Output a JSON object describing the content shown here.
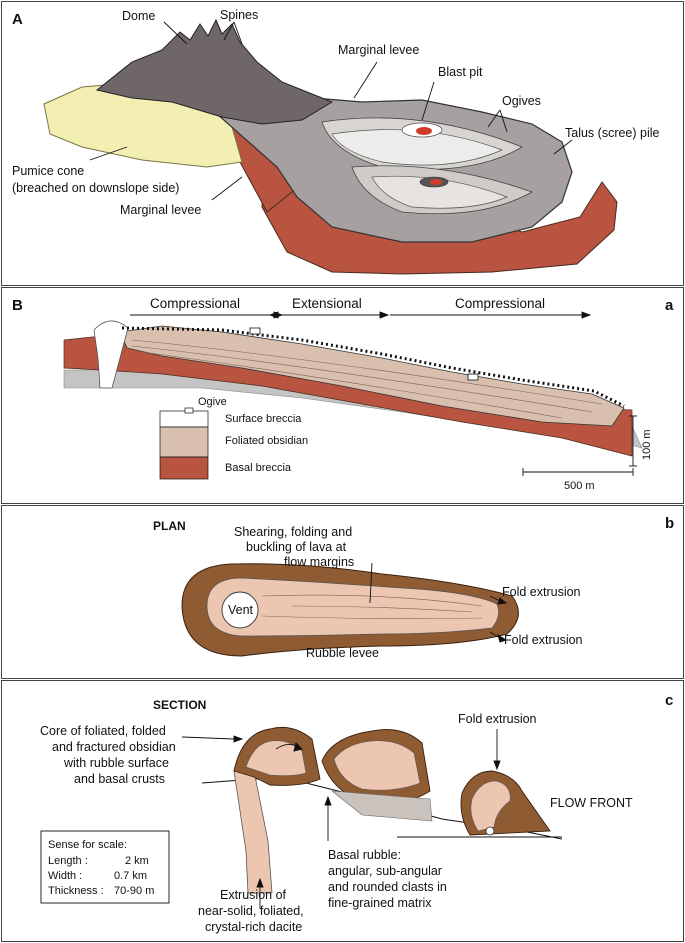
{
  "panel_A": {
    "letter": "A",
    "labels": {
      "dome": "Dome",
      "spines": "Spines",
      "marginal_levee_top": "Marginal levee",
      "blast_pit": "Blast pit",
      "ogives": "Ogives",
      "talus": "Talus (scree) pile",
      "pumice_1": "Pumice cone",
      "pumice_2": "(breached on downslope side)",
      "marginal_levee_bottom": "Marginal levee"
    }
  },
  "panel_B": {
    "letter": "B",
    "sublabel": "a",
    "regimes": [
      "Compressional",
      "Extensional",
      "Compressional"
    ],
    "ogive": "Ogive",
    "legend": [
      "Surface breccia",
      "Foliated obsidian",
      "Basal breccia"
    ],
    "scale_v": "100 m",
    "scale_h": "500 m"
  },
  "panel_b": {
    "sublabel": "b",
    "title": "PLAN",
    "shear_1": "Shearing, folding and",
    "shear_2": "buckling of lava at",
    "shear_3": "flow margins",
    "vent": "Vent",
    "fold_1": "Fold extrusion",
    "fold_2": "Fold extrusion",
    "levee": "Rubble levee"
  },
  "panel_c": {
    "sublabel": "c",
    "title": "SECTION",
    "core": [
      "Core of foliated, folded",
      "and fractured obsidian",
      "with rubble surface",
      "and basal crusts"
    ],
    "fold": "Fold extrusion",
    "front": "FLOW FRONT",
    "basal": [
      "Basal rubble:",
      "angular, sub-angular",
      "and rounded clasts in",
      "fine-grained matrix"
    ],
    "extrusion": [
      "Extrusion of",
      "near-solid, foliated,",
      "crystal-rich dacite"
    ],
    "scale_box": {
      "title": "Sense for scale:",
      "rows": [
        {
          "k": "Length :",
          "v": "2 km"
        },
        {
          "k": "Width :",
          "v": "0.7 km"
        },
        {
          "k": "Thickness :",
          "v": "70-90 m"
        }
      ]
    }
  },
  "colors": {
    "rust": "#b8543f",
    "pumice": "#f3efb3",
    "dark_rock": "#6f6767",
    "mid_rock": "#a6a0a0",
    "light_rock": "#d8d4d2",
    "obsidian": "#d9bfae",
    "rubble": "#8f5b33",
    "base_grey": "#c4c4c4",
    "pink": "#edc6b1"
  }
}
